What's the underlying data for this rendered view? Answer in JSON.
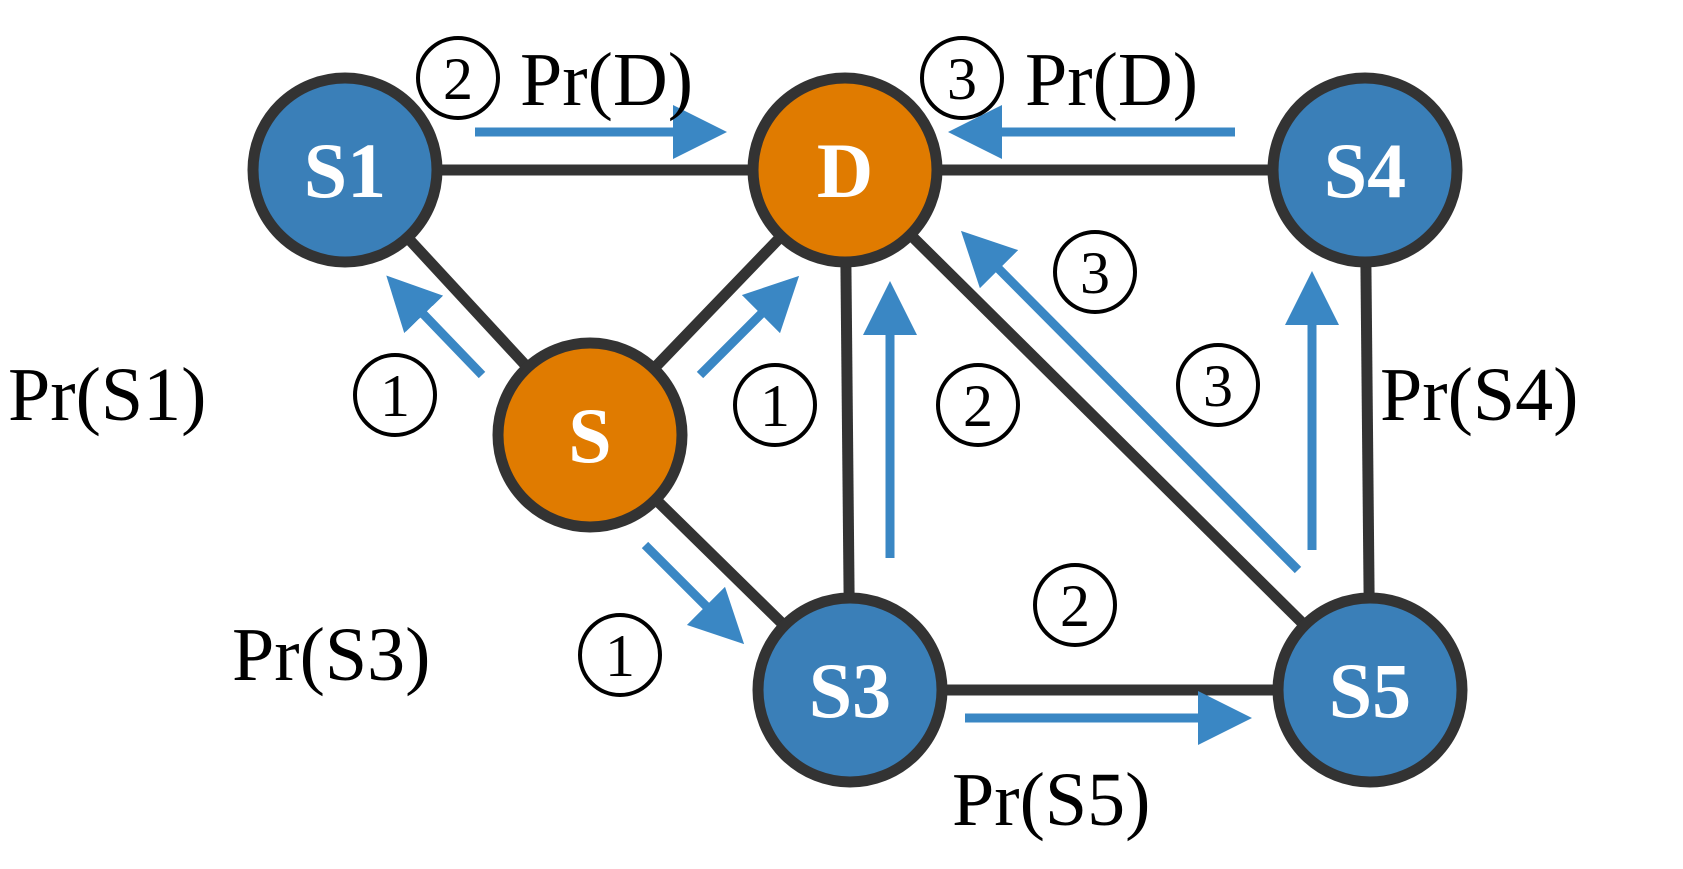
{
  "colors": {
    "source_node": "#E07B00",
    "relay_node": "#3A7FB8",
    "edge": "#333333",
    "arrow": "#3A87C4",
    "text": "#000000"
  },
  "nodes": {
    "s": {
      "label": "S",
      "role": "source"
    },
    "d": {
      "label": "D",
      "role": "source"
    },
    "s1": {
      "label": "S1",
      "role": "relay"
    },
    "s3": {
      "label": "S3",
      "role": "relay"
    },
    "s4": {
      "label": "S4",
      "role": "relay"
    },
    "s5": {
      "label": "S5",
      "role": "relay"
    }
  },
  "labels": {
    "pr_d_top_left": "Pr(D)",
    "pr_d_top_right": "Pr(D)",
    "pr_s1": "Pr(S1)",
    "pr_s3": "Pr(S3)",
    "pr_s4": "Pr(S4)",
    "pr_s5": "Pr(S5)"
  },
  "steps": {
    "top_left": "2",
    "top_right": "3",
    "s1_side": "1",
    "s_to_d": "1",
    "s3_side": "1",
    "s3_to_d": "2",
    "s5_to_d_upper": "3",
    "s5_to_d_lower": "3",
    "s3_to_s5": "2"
  }
}
